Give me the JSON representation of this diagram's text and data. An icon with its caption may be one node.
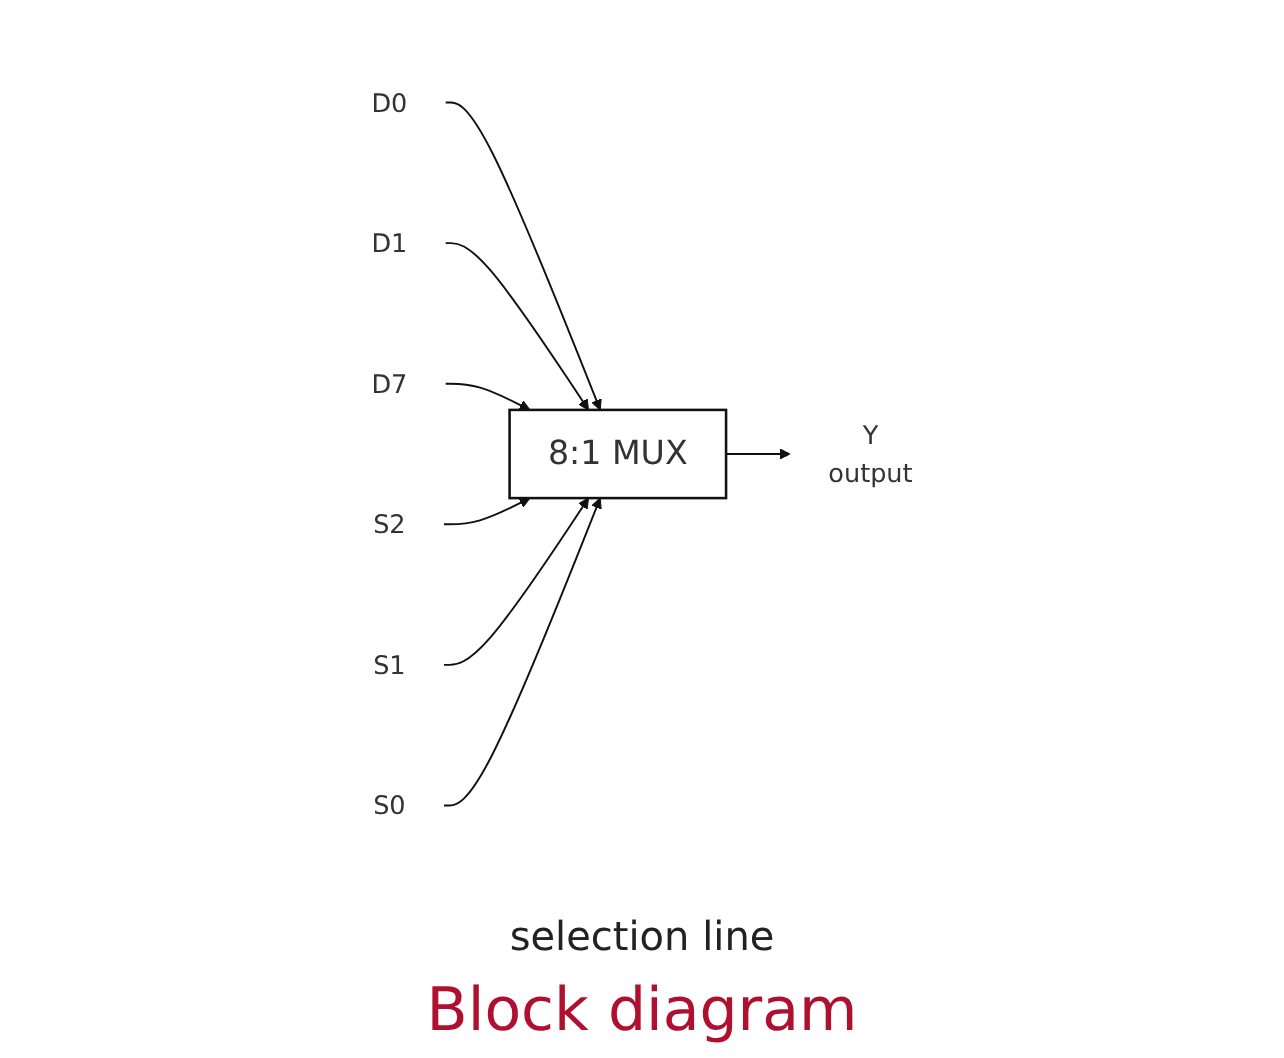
{
  "diagram": {
    "caption": "Block diagram",
    "nodes": [
      {
        "text": [
          "8:1 MUX"
        ]
      },
      {
        "text": [
          "D0"
        ]
      },
      {
        "text": [
          "D1"
        ]
      },
      {
        "text": [
          "D7"
        ]
      },
      {
        "text": [
          "Y"
        ],
        "beside": [
          "output"
        ]
      },
      {
        "text": [
          "S2"
        ]
      },
      {
        "text": [
          "S1"
        ]
      },
      {
        "text": [
          "S0"
        ]
      }
    ],
    "edges": [
      {
        "from": 1,
        "to": 0,
        "arrow": "to"
      },
      {
        "from": 2,
        "to": 0,
        "arrow": "to"
      },
      {
        "from": 3,
        "to": 0,
        "arrow": "to"
      },
      {
        "from": 0,
        "to": 4,
        "arrow": "to"
      },
      {
        "from": 5,
        "to": 0,
        "arrow": "to"
      },
      {
        "from": 6,
        "to": 0,
        "arrow": "to"
      },
      {
        "from": 7,
        "to": 0,
        "arrow": "to"
      }
    ],
    "labels": [
      "selection line"
    ]
  }
}
